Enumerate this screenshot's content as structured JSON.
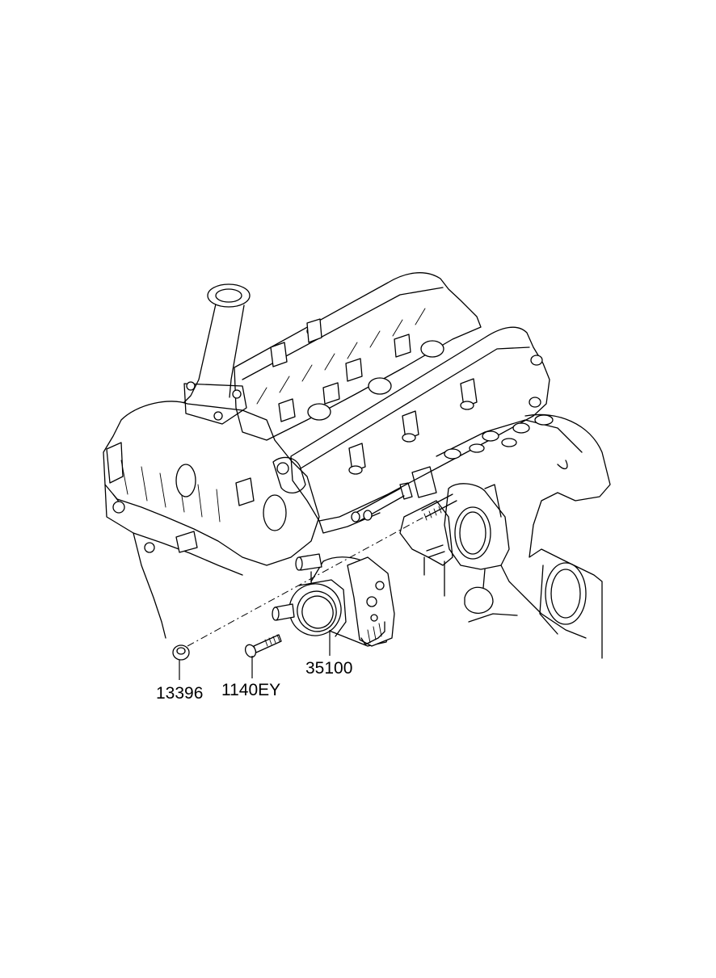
{
  "callouts": [
    {
      "part_number": "13396",
      "description": "nut"
    },
    {
      "part_number": "1140EY",
      "description": "bolt"
    },
    {
      "part_number": "35100",
      "description": "throttle body"
    }
  ],
  "colors": {
    "line": "#000000",
    "background": "#ffffff"
  }
}
